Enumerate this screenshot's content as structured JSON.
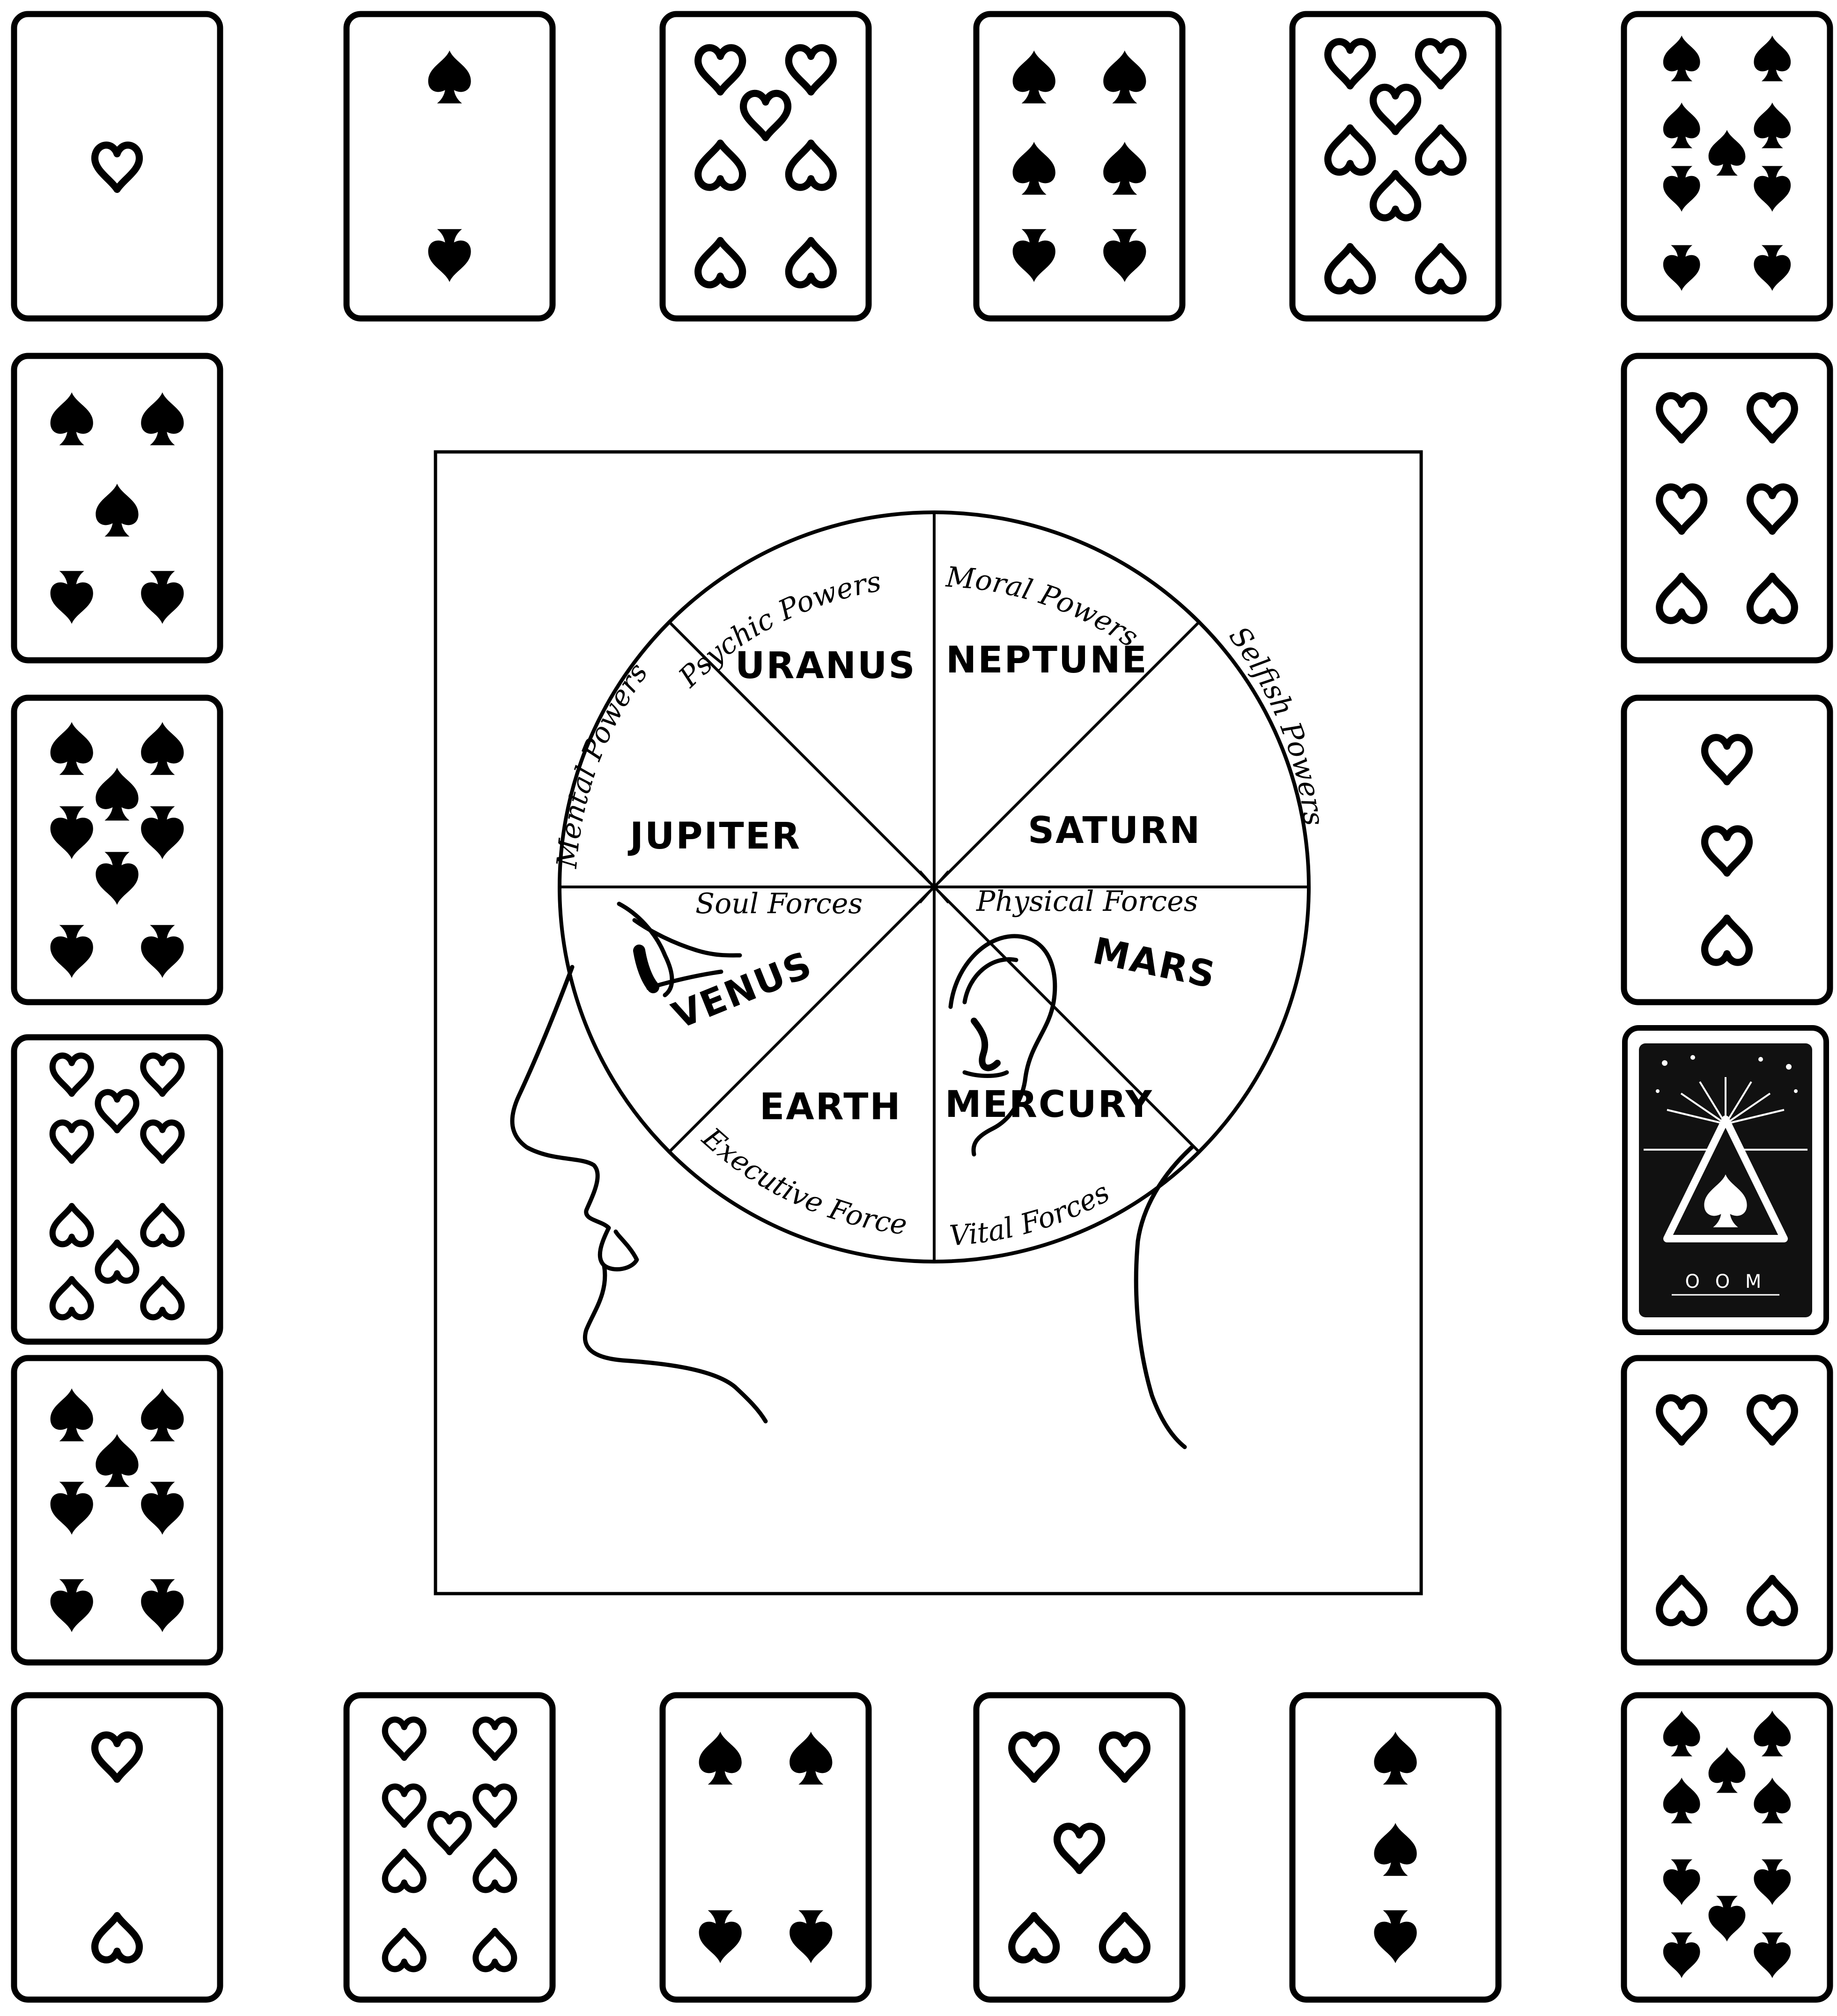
{
  "layout": {
    "top_row": [
      {
        "rank": 1,
        "suit": "hearts"
      },
      {
        "rank": 2,
        "suit": "spades"
      },
      {
        "rank": 7,
        "suit": "hearts"
      },
      {
        "rank": 6,
        "suit": "spades"
      },
      {
        "rank": 8,
        "suit": "hearts"
      },
      {
        "rank": 9,
        "suit": "spades"
      }
    ],
    "left_column": [
      {
        "rank": 5,
        "suit": "spades"
      },
      {
        "rank": 8,
        "suit": "spades"
      },
      {
        "rank": 10,
        "suit": "hearts"
      },
      {
        "rank": 7,
        "suit": "spades"
      }
    ],
    "right_column": [
      {
        "rank": 6,
        "suit": "hearts"
      },
      {
        "rank": 3,
        "suit": "hearts"
      },
      {
        "rank": "back",
        "suit": "spades"
      },
      {
        "rank": 4,
        "suit": "hearts"
      }
    ],
    "bottom_row": [
      {
        "rank": 2,
        "suit": "hearts"
      },
      {
        "rank": 9,
        "suit": "hearts"
      },
      {
        "rank": 4,
        "suit": "spades"
      },
      {
        "rank": 5,
        "suit": "hearts"
      },
      {
        "rank": 3,
        "suit": "spades"
      },
      {
        "rank": 10,
        "suit": "spades"
      }
    ]
  },
  "card_back": {
    "brand": "O O M"
  },
  "diagram": {
    "planets": {
      "uranus": "URANUS",
      "neptune": "NEPTUNE",
      "jupiter": "JUPITER",
      "saturn": "SATURN",
      "venus": "VENUS",
      "mars": "MARS",
      "earth": "EARTH",
      "mercury": "MERCURY"
    },
    "forces": {
      "psychic": "Psychic Powers",
      "moral": "Moral Powers",
      "selfish": "Selfish Powers",
      "mental": "Mental Powers",
      "soul": "Soul Forces",
      "physical": "Physical Forces",
      "executive": "Executive Force",
      "vital": "Vital Forces"
    }
  }
}
